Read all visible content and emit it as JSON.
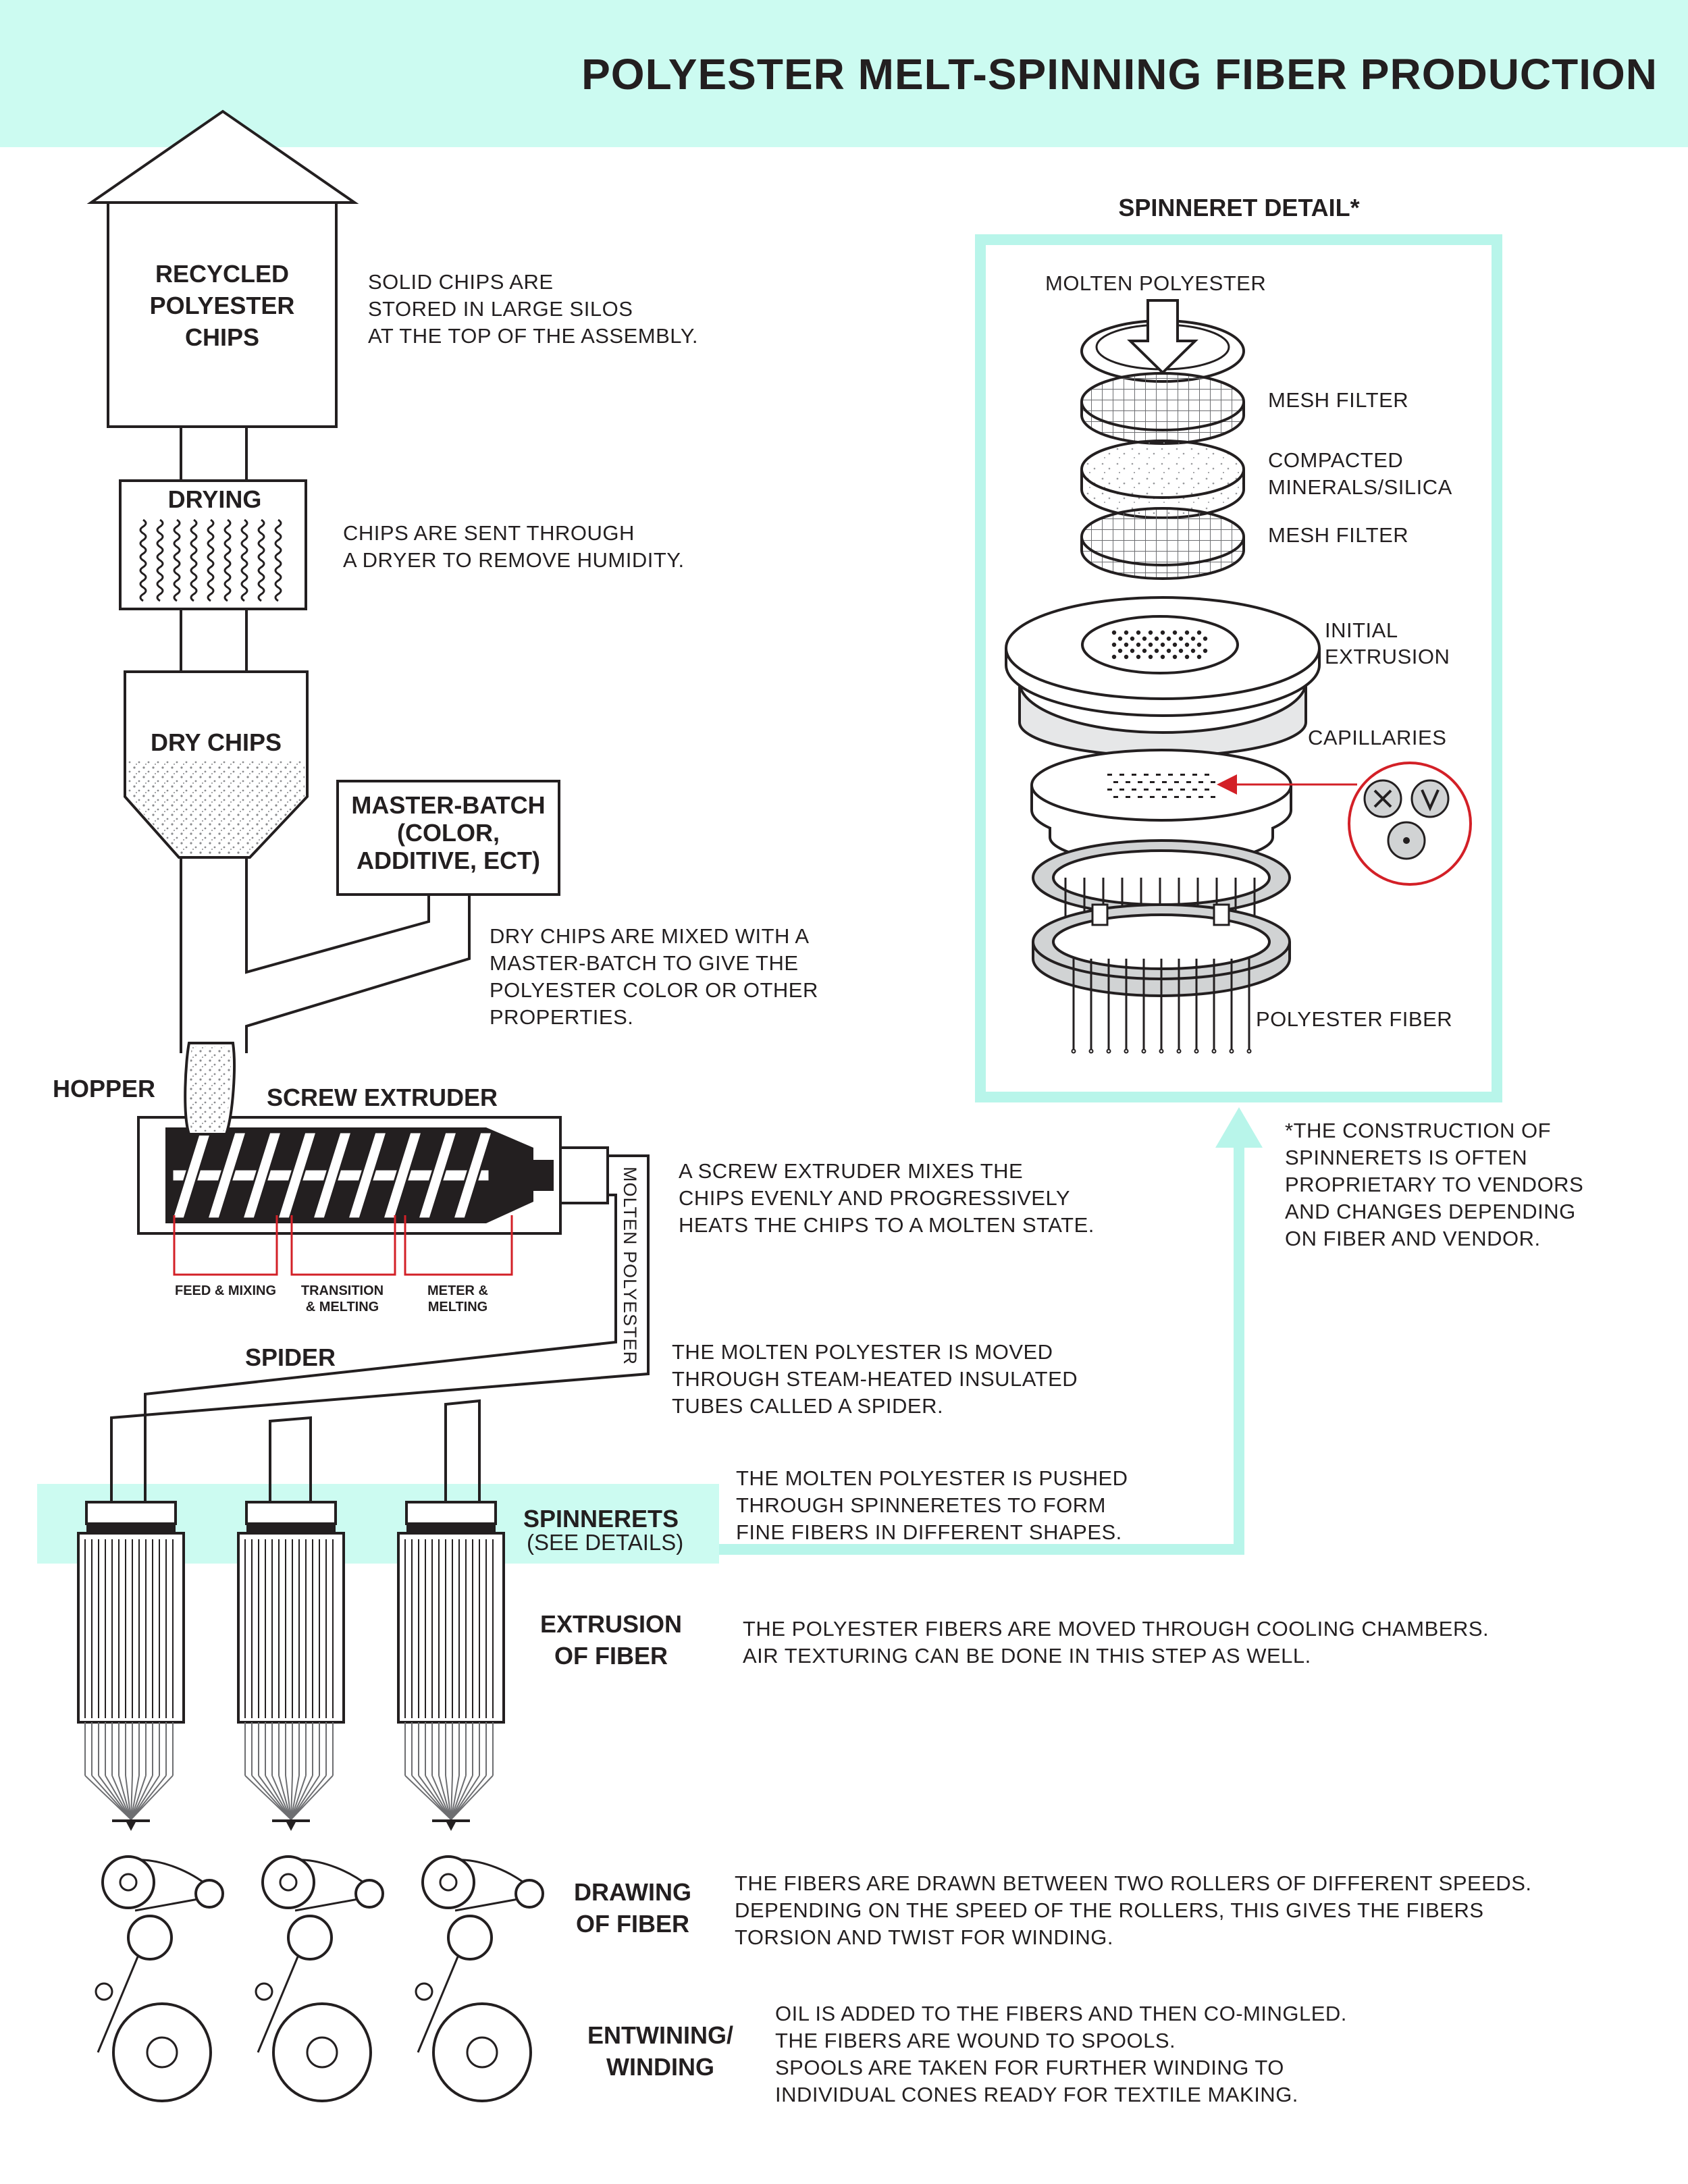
{
  "title": "POLYESTER MELT-SPINNING FIBER PRODUCTION",
  "colors": {
    "banner": "#ccfbf1",
    "accent": "#b8f5ea",
    "red": "#d32027",
    "ink": "#231f20"
  },
  "silo": {
    "line1": "RECYCLED",
    "line2": "POLYESTER",
    "line3": "CHIPS"
  },
  "silo_note": [
    "SOLID CHIPS ARE",
    "STORED IN LARGE SILOS",
    "AT THE TOP OF THE ASSEMBLY."
  ],
  "drying": {
    "label": "DRYING",
    "note": [
      "CHIPS ARE SENT THROUGH",
      "A DRYER TO REMOVE HUMIDITY."
    ]
  },
  "dry_chips": {
    "label": "DRY CHIPS"
  },
  "master_batch": {
    "line1": "MASTER-BATCH",
    "line2": "(COLOR,",
    "line3": "ADDITIVE, ECT)"
  },
  "mix_note": [
    "DRY CHIPS ARE MIXED WITH A",
    "MASTER-BATCH TO GIVE THE",
    "POLYESTER COLOR OR OTHER",
    "PROPERTIES."
  ],
  "hopper": {
    "label": "HOPPER"
  },
  "extruder": {
    "label": "SCREW EXTRUDER",
    "zone1": "FEED & MIXING",
    "zone2_1": "TRANSITION",
    "zone2_2": "& MELTING",
    "zone3_1": "METER &",
    "zone3_2": "MELTING",
    "note": [
      "A SCREW EXTRUDER MIXES THE",
      "CHIPS EVENLY AND PROGRESSIVELY",
      "HEATS THE CHIPS TO A MOLTEN STATE."
    ]
  },
  "molten_tube_label": "MOLTEN POLYESTER",
  "spider": {
    "label": "SPIDER",
    "note": [
      "THE MOLTEN POLYESTER IS MOVED",
      "THROUGH STEAM-HEATED INSULATED",
      "TUBES CALLED A SPIDER."
    ]
  },
  "spinnerets": {
    "label": "SPINNERETS",
    "sub": "(SEE DETAILS)",
    "note": [
      "THE MOLTEN POLYESTER IS PUSHED",
      "THROUGH SPINNERETES TO FORM",
      "FINE FIBERS IN DIFFERENT SHAPES."
    ]
  },
  "extrusion": {
    "line1": "EXTRUSION",
    "line2": "OF FIBER",
    "note": [
      "THE POLYESTER  FIBERS ARE MOVED THROUGH COOLING CHAMBERS.",
      "AIR TEXTURING CAN BE DONE IN THIS STEP AS WELL."
    ]
  },
  "drawing": {
    "line1": "DRAWING",
    "line2": "OF FIBER",
    "note": [
      "THE FIBERS ARE DRAWN BETWEEN TWO ROLLERS OF DIFFERENT SPEEDS.",
      "DEPENDING ON THE SPEED OF THE ROLLERS, THIS GIVES THE FIBERS",
      "TORSION AND TWIST FOR WINDING."
    ]
  },
  "winding": {
    "line1": "ENTWINING/",
    "line2": "WINDING",
    "note": [
      "OIL IS ADDED TO THE FIBERS AND THEN CO-MINGLED.",
      "THE FIBERS ARE WOUND TO SPOOLS.",
      "SPOOLS ARE TAKEN FOR FURTHER WINDING TO",
      "INDIVIDUAL CONES READY FOR TEXTILE MAKING."
    ]
  },
  "detail": {
    "title": "SPINNERET DETAIL*",
    "molten": "MOLTEN POLYESTER",
    "mesh1": "MESH FILTER",
    "compacted1": "COMPACTED",
    "compacted2": "MINERALS/SILICA",
    "mesh2": "MESH FILTER",
    "initial1": "INITIAL",
    "initial2": "EXTRUSION",
    "capillaries": "CAPILLARIES",
    "fiber": "POLYESTER  FIBER",
    "footnote": [
      "*THE CONSTRUCTION OF",
      "SPINNERETS IS OFTEN",
      "PROPRIETARY TO VENDORS",
      "AND CHANGES DEPENDING",
      "ON FIBER AND VENDOR."
    ]
  }
}
